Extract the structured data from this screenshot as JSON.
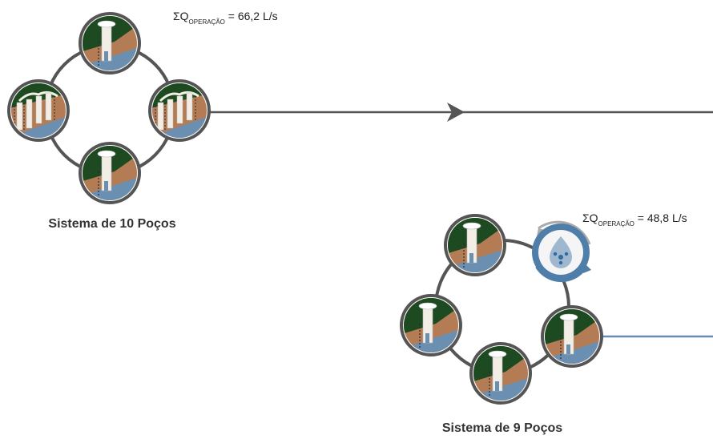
{
  "system_a": {
    "flow_symbol": "ΣQ",
    "flow_subscript": "OPERAÇÃO",
    "flow_value": " = 66,2 L/s",
    "title": "Sistema de 10 Poços",
    "icons": [
      "single-well-icon",
      "multi-well-icon",
      "multi-well-icon",
      "single-well-icon"
    ]
  },
  "system_b": {
    "flow_symbol": "ΣQ",
    "flow_subscript": "OPERAÇÃO",
    "flow_value": " = 48,8 L/s",
    "title": "Sistema de 9 Poços",
    "icons": [
      "single-well-icon",
      "single-well-icon",
      "single-well-icon",
      "single-well-icon",
      "water-treatment-icon"
    ]
  },
  "colors": {
    "ring": "#555555",
    "grass": "#1e4a22",
    "soil": "#b47c55",
    "water": "#6b8fb0",
    "arrow_line": "#555555",
    "pipe_blue": "#6a8bb3",
    "treatment_blue": "#4f7ea8"
  }
}
